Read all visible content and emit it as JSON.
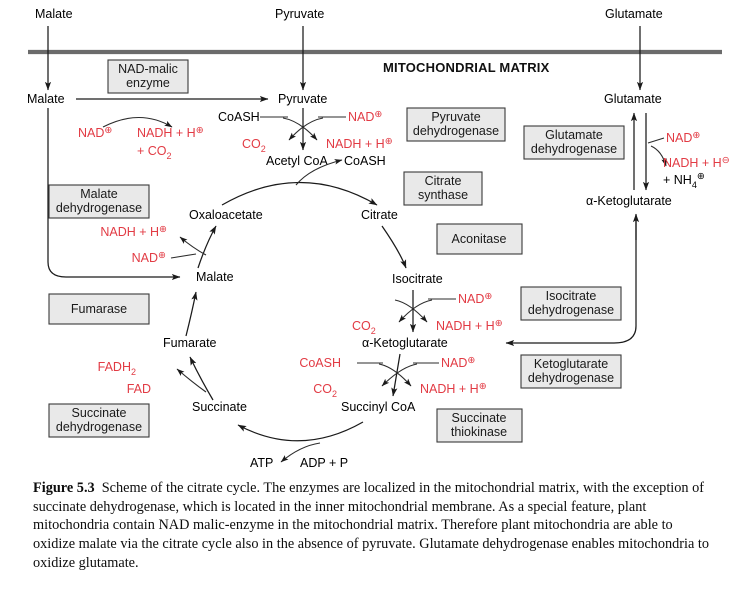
{
  "figure": {
    "number": "Figure 5.3",
    "caption": "Scheme of the citrate cycle. The enzymes are localized in the mitochondrial matrix, with the exception of succinate dehydrogenase, which is located in the inner mitochondrial membrane. As a special feature, plant mitochondria contain NAD malic-enzyme in the mitochondrial matrix. Therefore plant mitochondria are able to oxidize malate via the citrate cycle also in the absence of pyruvate. Glutamate dehydrogenase enables mitochondria to oxidize glutamate."
  },
  "compartment": {
    "matrix_label": "MITOCHONDRIAL MATRIX"
  },
  "colors": {
    "cofactor_red": "#e23b44",
    "metabolite_black": "#000000",
    "enzyme_box_fill": "#e9e9e9",
    "enzyme_box_border": "#3a3a3a",
    "membrane_gray": "#6b6b6b"
  },
  "transported": [
    {
      "key": "malate_out",
      "label": "Malate"
    },
    {
      "key": "pyruvate_out",
      "label": "Pyruvate"
    },
    {
      "key": "glutamate_out",
      "label": "Glutamate"
    }
  ],
  "metabolites": [
    {
      "key": "malate_in",
      "label": "Malate"
    },
    {
      "key": "pyruvate_in",
      "label": "Pyruvate"
    },
    {
      "key": "glutamate_in",
      "label": "Glutamate"
    },
    {
      "key": "acetyl_coa",
      "label": "Acetyl CoA"
    },
    {
      "key": "oxaloacetate",
      "label": "Oxaloacetate"
    },
    {
      "key": "citrate",
      "label": "Citrate"
    },
    {
      "key": "isocitrate",
      "label": "Isocitrate"
    },
    {
      "key": "alpha_kg_cycle",
      "label": "α-Ketoglutarate"
    },
    {
      "key": "alpha_kg_right",
      "label": "α-Ketoglutarate"
    },
    {
      "key": "succinyl_coa",
      "label": "Succinyl CoA"
    },
    {
      "key": "succinate",
      "label": "Succinate"
    },
    {
      "key": "fumarate",
      "label": "Fumarate"
    },
    {
      "key": "malate_cycle",
      "label": "Malate"
    }
  ],
  "enzymes": [
    {
      "key": "nad_malic_enzyme",
      "line1": "NAD-malic",
      "line2": "enzyme"
    },
    {
      "key": "malate_dehydrogenase",
      "line1": "Malate",
      "line2": "dehydrogenase"
    },
    {
      "key": "fumarase",
      "line1": "Fumarase",
      "line2": ""
    },
    {
      "key": "succinate_dehydrogenase",
      "line1": "Succinate",
      "line2": "dehydrogenase"
    },
    {
      "key": "pyruvate_dehydrogenase",
      "line1": "Pyruvate",
      "line2": "dehydrogenase"
    },
    {
      "key": "citrate_synthase",
      "line1": "Citrate",
      "line2": "synthase"
    },
    {
      "key": "aconitase",
      "line1": "Aconitase",
      "line2": ""
    },
    {
      "key": "isocitrate_dehydrogenase",
      "line1": "Isocitrate",
      "line2": "dehydrogenase"
    },
    {
      "key": "ketoglutarate_dehydrogenase",
      "line1": "Ketoglutarate",
      "line2": "dehydrogenase"
    },
    {
      "key": "succinate_thiokinase",
      "line1": "Succinate",
      "line2": "thiokinase"
    },
    {
      "key": "glutamate_dehydrogenase",
      "line1": "Glutamate",
      "line2": "dehydrogenase"
    }
  ],
  "cofactors": {
    "nad_plus": "NAD",
    "nadh_h": "NADH + H",
    "co2": "CO",
    "coash": "CoASH",
    "fad": "FAD",
    "fadh2": "FADH",
    "plus_co2": "+ CO",
    "plus_nh4": "+ NH",
    "atp": "ATP",
    "adp_p": "ADP + P",
    "charge_plus": "⊕",
    "charge_minus": "⊖",
    "sub_2": "2",
    "sub_4": "4"
  },
  "malic_enzyme_reaction": {
    "substrate": "NAD",
    "product_line1": "NADH + H",
    "product_line2": "+ CO"
  },
  "pyruvate_dh_reaction": {
    "in_left": "CoASH",
    "in_right": "NAD",
    "out_left": "CO",
    "out_right": "NADH + H"
  },
  "mdh_reaction": {
    "substrate": "NAD",
    "product": "NADH + H"
  },
  "sdh_reaction": {
    "substrate": "FAD",
    "product": "FADH"
  },
  "icdh_reaction": {
    "in_right": "NAD",
    "out_left": "CO",
    "out_right": "NADH + H"
  },
  "kgdh_reaction": {
    "in_left": "CoASH",
    "in_right": "NAD",
    "out_left": "CO",
    "out_right": "NADH + H"
  },
  "thiokinase_reaction": {
    "out": "ATP",
    "in": "ADP + P"
  },
  "gdh_reaction": {
    "substrate": "NAD",
    "product": "NADH + H",
    "ammonium": "+ NH"
  }
}
